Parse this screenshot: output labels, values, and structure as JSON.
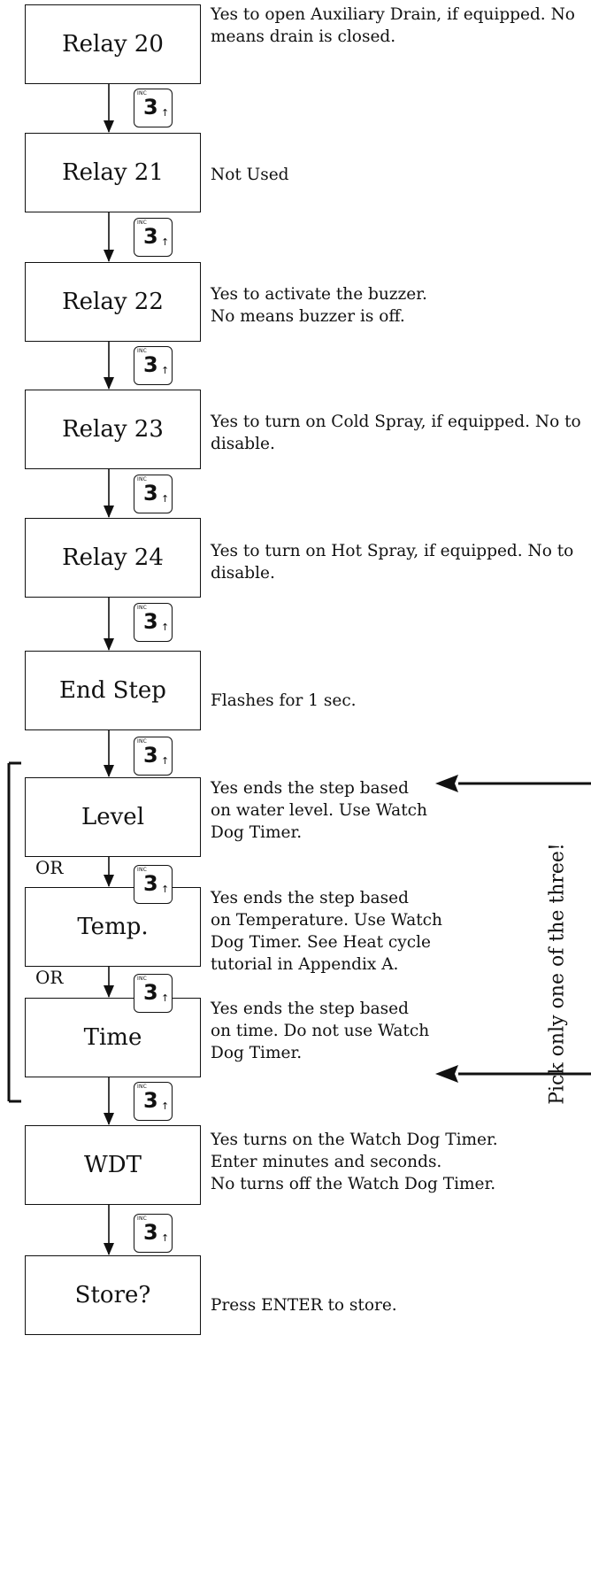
{
  "steps": [
    {
      "label": "Relay 20",
      "desc": "Yes to open Auxiliary Drain, if equipped.  No means drain is closed."
    },
    {
      "label": "Relay 21",
      "desc": "Not Used"
    },
    {
      "label": "Relay 22",
      "desc": "Yes to activate the buzzer.\nNo means buzzer is off."
    },
    {
      "label": "Relay 23",
      "desc": "Yes to turn on Cold Spray, if equipped.  No to disable."
    },
    {
      "label": "Relay 24",
      "desc": "Yes to turn on Hot Spray, if equipped.  No to disable."
    },
    {
      "label": "End Step",
      "desc": "Flashes for 1 sec."
    },
    {
      "label": "Level",
      "desc": "Yes ends the step based\non water level.  Use Watch\nDog Timer."
    },
    {
      "label": "Temp.",
      "desc": "Yes ends the step based\non Temperature.  Use Watch\nDog Timer. See Heat cycle\ntutorial in Appendix A."
    },
    {
      "label": "Time",
      "desc": "Yes ends the step based\non time.  Do not use Watch\nDog Timer."
    },
    {
      "label": "WDT",
      "desc": "Yes turns on the Watch Dog Timer.\nEnter minutes and seconds.\nNo turns off the Watch Dog Timer."
    },
    {
      "label": "Store?",
      "desc": "Press ENTER to store."
    }
  ],
  "key": {
    "top": "INC",
    "number": "3",
    "arrow": "↑"
  },
  "or_label": "OR",
  "side_note": "Pick only one of the three!"
}
